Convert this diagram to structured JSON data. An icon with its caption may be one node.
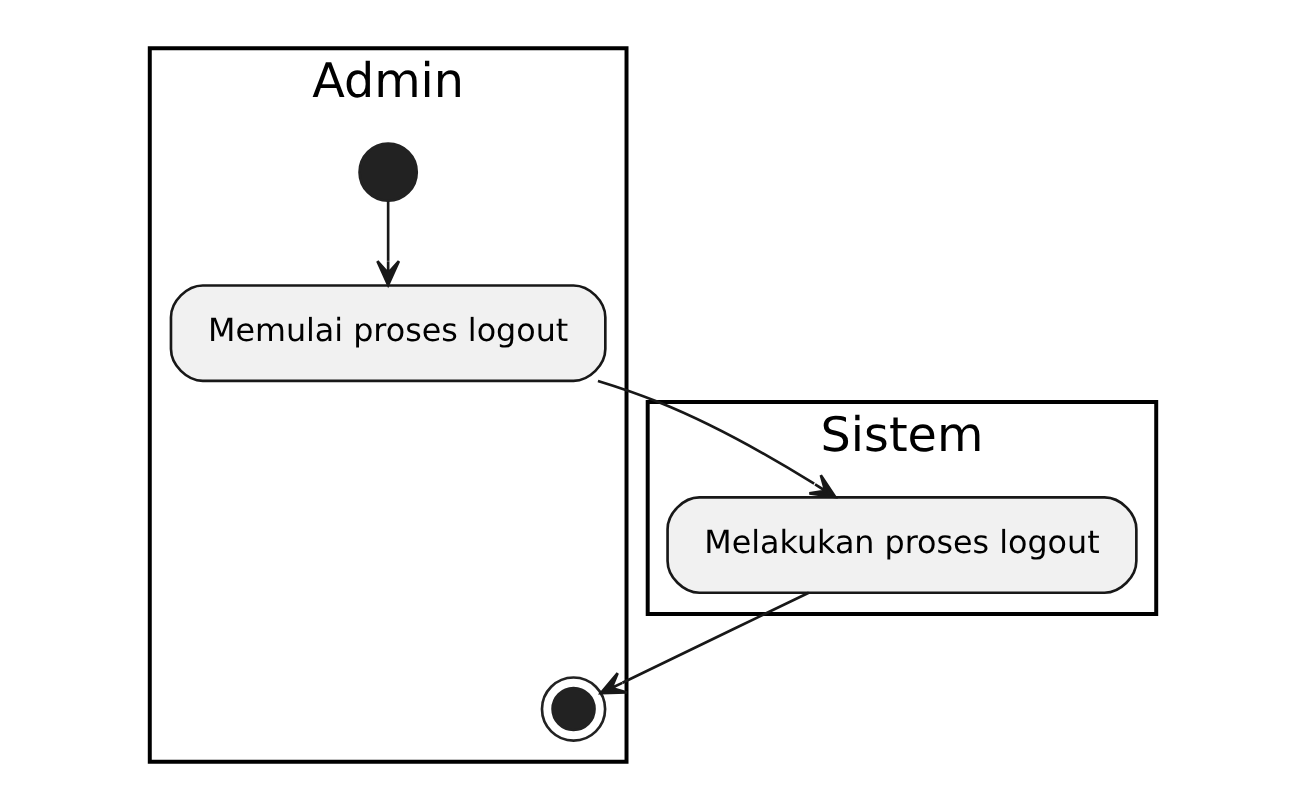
{
  "diagram": {
    "nodes": [
      {
        "text": [
          "Admin"
        ]
      },
      {
        "text": [
          "Sistem"
        ]
      },
      {
        "text": [],
        "shape": "circle",
        "in": 0
      },
      {
        "text": [
          "Memulai proses logout"
        ],
        "in": 0
      },
      {
        "text": [
          "Melakukan proses logout"
        ],
        "in": 1
      },
      {
        "text": [],
        "shape": "circle",
        "in": 0
      }
    ],
    "edges": [
      {
        "from": 2,
        "to": 3,
        "arrow": "to"
      },
      {
        "from": 3,
        "to": 4,
        "arrow": "to"
      },
      {
        "from": 4,
        "to": 5,
        "arrow": "to"
      }
    ]
  }
}
